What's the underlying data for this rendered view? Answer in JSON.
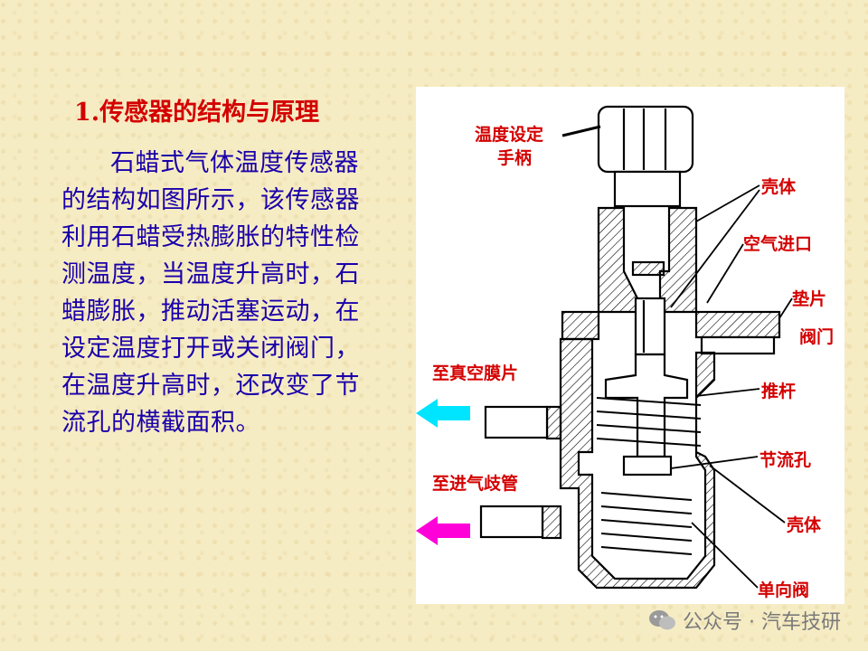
{
  "title": "1.传感器的结构与原理",
  "paragraph": "石蜡式气体温度传感器的结构如图所示，该传感器利用石蜡受热膨胀的特性检测温度，当温度升高时，石蜡膨胀，推动活塞运动，在设定温度打开或关闭阀门，在温度升高时，还改变了节流孔的横截面积。",
  "labels": {
    "knob_line1": "温度设定",
    "knob_line2": "手柄",
    "housing_top": "壳体",
    "air_inlet": "空气进口",
    "gasket": "垫片",
    "valve": "阀门",
    "to_vacuum": "至真空膜片",
    "push_rod": "推杆",
    "orifice": "节流孔",
    "to_manifold": "至进气歧管",
    "housing_bottom": "壳体",
    "check_valve": "单向阀"
  },
  "watermark": "公众号 · 汽车技研",
  "colors": {
    "title": "#d40000",
    "text": "#1a00aa",
    "arrow_vacuum": "#00e5ff",
    "arrow_manifold": "#ff00d8"
  }
}
